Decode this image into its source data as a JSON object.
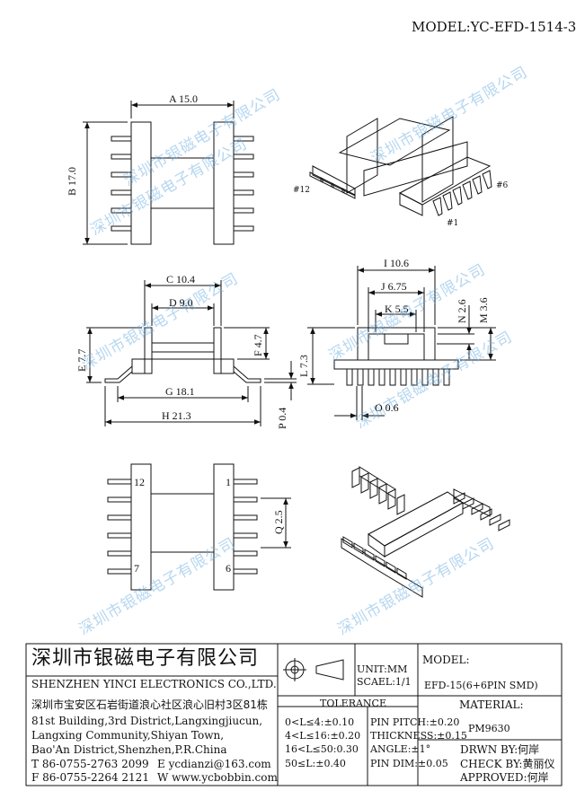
{
  "model_header": "MODEL:YC-EFD-1514-3",
  "watermark": "深圳市银磁电子有限公司",
  "dims": {
    "A": "A 15.0",
    "B": "B 17.0",
    "C": "C 10.4",
    "D": "D 9.0",
    "E": "E 7.7",
    "F": "F 4.7",
    "G": "G 18.1",
    "H": "H 21.3",
    "I": "I 10.6",
    "J": "J 6.75",
    "K": "K 5.5",
    "L": "L 7.3",
    "M": "M 3.6",
    "N": "N 2.6",
    "O": "O 0.6",
    "P": "P 0.4",
    "Q": "Q 2.5"
  },
  "pins": {
    "p12_top": "#12",
    "p6_top": "#6",
    "p1_top": "#1",
    "p12": "12",
    "p1": "1",
    "p7": "7",
    "p6": "6"
  },
  "title_block": {
    "company_cn": "深圳市银磁电子有限公司",
    "company_en": "SHENZHEN YINCI ELECTRONICS CO.,LTD.",
    "address_cn": "深圳市宝安区石岩街道浪心社区浪心旧村3区81栋",
    "address_en_1": "81st Building,3rd District,Langxingjiucun,",
    "address_en_2": "Langxing Community,Shiyan Town,",
    "address_en_3": "Bao'An District,Shenzhen,P.R.China",
    "tel": "T 86-0755-2763 2099",
    "fax": "F 86-0755-2264 2121",
    "email": "E ycdianzi@163.com",
    "web": "W www.ycbobbin.com",
    "unit": "UNIT:MM",
    "scale": "SCAEL:1/1",
    "model_label": "MODEL:",
    "model_value": "EFD-15(6+6PIN SMD)",
    "tolerance_label": "TOLERANCE",
    "tol_1": "0<L≤4:±0.10",
    "tol_2": "4<L≤16:±0.20",
    "tol_3": "16<L≤50:0.30",
    "tol_4": "50≤L:±0.40",
    "tol_5": "PIN PITCH:±0.20",
    "tol_6": "THICKNESS:±0.15",
    "tol_7": "ANGLE:±1°",
    "tol_8": "PIN DIM:±0.05",
    "material_label": "MATERIAL:",
    "material_value": "PM9630",
    "drawn_by": "DRWN BY:何岸",
    "check_by": "CHECK BY:黄丽仪",
    "approved": "APPROVED:何岸"
  }
}
